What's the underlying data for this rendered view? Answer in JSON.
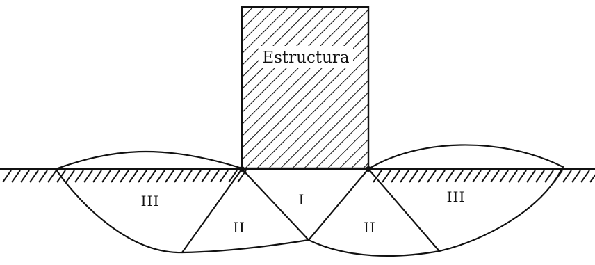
{
  "structure": {
    "label": "Estructura"
  },
  "zones": {
    "zone_one": "I",
    "zone_two_left": "II",
    "zone_two_right": "II",
    "zone_three_left": "III",
    "zone_three_right": "III"
  },
  "colors": {
    "ink": "#111111",
    "background": "#ffffff"
  }
}
